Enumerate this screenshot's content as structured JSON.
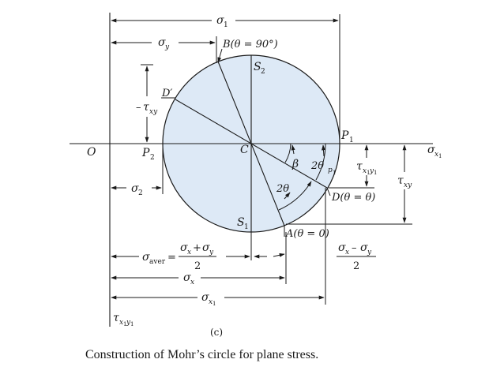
{
  "caption": "Construction of Mohr’s circle for plane stress.",
  "panel_label": "(c)",
  "colors": {
    "circle_fill": "#dde9f6",
    "line": "#1a1a1a"
  },
  "labels": {
    "origin": "O",
    "center": "C",
    "p1": "P",
    "p1_sub": "1",
    "p2": "P",
    "p2_sub": "2",
    "s1": "S",
    "s1_sub": "1",
    "s2": "S",
    "s2_sub": "2",
    "d_prime": "D′",
    "point_b": "B(θ = 90°)",
    "point_a": "A(θ = 0)",
    "point_d": "D(θ = θ)",
    "beta": "β",
    "two_theta": "2θ",
    "two_theta_p": "2θ",
    "two_theta_p_sub": "p",
    "two_theta_p_subsub": "1",
    "sigma": "σ",
    "tau": "τ",
    "sub_1": "1",
    "sub_2": "2",
    "sub_x": "x",
    "sub_y": "y",
    "sub_xy": "xy",
    "sub_x1": "x",
    "sub_x1_n": "1",
    "sub_y1": "y",
    "sub_y1_n": "1",
    "minus": "–",
    "sub_aver": "aver",
    "equals": "=",
    "plus": "+",
    "two": "2"
  }
}
